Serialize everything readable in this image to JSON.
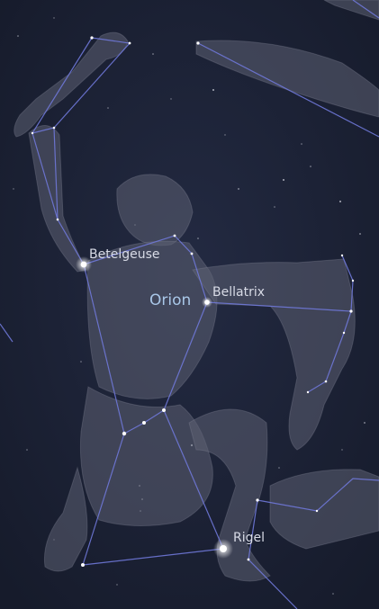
{
  "constellation": {
    "name": "Orion"
  },
  "stars": {
    "betelgeuse": "Betelgeuse",
    "bellatrix": "Bellatrix",
    "rigel": "Rigel"
  },
  "colors": {
    "sky": "#1c2236",
    "line": "#6f78d8",
    "art": "#8e939f",
    "star": "#ffffff",
    "label": "#d8dbe6",
    "constellation_label": "#a9c7e8"
  }
}
